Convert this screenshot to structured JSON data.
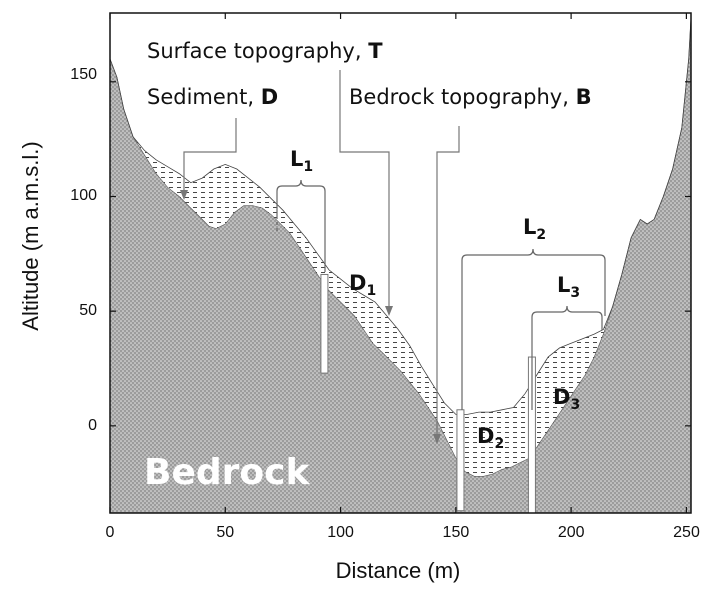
{
  "axes": {
    "xlabel": "Distance (m)",
    "ylabel": "Altitude (m a.m.s.l.)",
    "xticks": [
      "0",
      "50",
      "100",
      "150",
      "200",
      "250"
    ],
    "yticks": [
      "0",
      "50",
      "100",
      "150"
    ],
    "xlim": [
      0,
      252
    ],
    "ylim": [
      -38,
      180
    ]
  },
  "annotations": {
    "surface": {
      "text": "Surface topography, ",
      "symbol": "T"
    },
    "sediment": {
      "text": "Sediment, ",
      "symbol": "D"
    },
    "bedrock_topo": {
      "text": "Bedrock topography, ",
      "symbol": "B"
    }
  },
  "labels": {
    "L1": {
      "main": "L",
      "sub": "1"
    },
    "L2": {
      "main": "L",
      "sub": "2"
    },
    "L3": {
      "main": "L",
      "sub": "3"
    },
    "D1": {
      "main": "D",
      "sub": "1"
    },
    "D2": {
      "main": "D",
      "sub": "2"
    },
    "D3": {
      "main": "D",
      "sub": "3"
    }
  },
  "region_label": "Bedrock",
  "colors": {
    "bedrock_fill": "#a9a9a9",
    "sediment_fill": "#ffffff",
    "bar_fill": "#ffffff"
  },
  "profiles": {
    "bedrock": [
      [
        0,
        160
      ],
      [
        3,
        152
      ],
      [
        6,
        138
      ],
      [
        10,
        126
      ],
      [
        15,
        118
      ],
      [
        20,
        110
      ],
      [
        25,
        104
      ],
      [
        30,
        100
      ],
      [
        35,
        95
      ],
      [
        40,
        90
      ],
      [
        43,
        87
      ],
      [
        46,
        86
      ],
      [
        50,
        88
      ],
      [
        54,
        93
      ],
      [
        58,
        96
      ],
      [
        62,
        96
      ],
      [
        66,
        95
      ],
      [
        70,
        92
      ],
      [
        74,
        88
      ],
      [
        78,
        84
      ],
      [
        82,
        78
      ],
      [
        86,
        72
      ],
      [
        90,
        66
      ],
      [
        94,
        60
      ],
      [
        98,
        56
      ],
      [
        102,
        52
      ],
      [
        106,
        48
      ],
      [
        110,
        42
      ],
      [
        114,
        36
      ],
      [
        118,
        32
      ],
      [
        122,
        28
      ],
      [
        126,
        24
      ],
      [
        130,
        19
      ],
      [
        134,
        14
      ],
      [
        138,
        8
      ],
      [
        142,
        2
      ],
      [
        146,
        -6
      ],
      [
        150,
        -14
      ],
      [
        154,
        -20
      ],
      [
        158,
        -22
      ],
      [
        162,
        -22
      ],
      [
        166,
        -21
      ],
      [
        170,
        -19
      ],
      [
        174,
        -18
      ],
      [
        178,
        -16
      ],
      [
        182,
        -14
      ],
      [
        186,
        -8
      ],
      [
        190,
        -2
      ],
      [
        194,
        4
      ],
      [
        198,
        10
      ],
      [
        202,
        16
      ],
      [
        206,
        22
      ],
      [
        210,
        30
      ],
      [
        214,
        40
      ],
      [
        218,
        52
      ],
      [
        222,
        66
      ],
      [
        226,
        82
      ],
      [
        230,
        90
      ],
      [
        233,
        88
      ],
      [
        236,
        90
      ],
      [
        240,
        100
      ],
      [
        244,
        112
      ],
      [
        248,
        130
      ],
      [
        251,
        160
      ],
      [
        252,
        178
      ]
    ],
    "surface": [
      [
        0,
        160
      ],
      [
        3,
        152
      ],
      [
        6,
        138
      ],
      [
        10,
        126
      ],
      [
        15,
        120
      ],
      [
        20,
        116
      ],
      [
        25,
        113
      ],
      [
        30,
        110
      ],
      [
        35,
        106
      ],
      [
        40,
        108
      ],
      [
        45,
        112
      ],
      [
        50,
        114
      ],
      [
        55,
        112
      ],
      [
        60,
        108
      ],
      [
        65,
        104
      ],
      [
        70,
        99
      ],
      [
        75,
        94
      ],
      [
        80,
        88
      ],
      [
        85,
        82
      ],
      [
        90,
        75
      ],
      [
        95,
        68
      ],
      [
        100,
        64
      ],
      [
        105,
        60
      ],
      [
        110,
        57
      ],
      [
        115,
        54
      ],
      [
        120,
        48
      ],
      [
        125,
        42
      ],
      [
        130,
        35
      ],
      [
        135,
        26
      ],
      [
        140,
        18
      ],
      [
        145,
        10
      ],
      [
        150,
        5
      ],
      [
        155,
        5
      ],
      [
        160,
        6
      ],
      [
        165,
        6
      ],
      [
        170,
        7
      ],
      [
        175,
        8
      ],
      [
        180,
        14
      ],
      [
        185,
        22
      ],
      [
        190,
        30
      ],
      [
        195,
        34
      ],
      [
        200,
        36
      ],
      [
        205,
        38
      ],
      [
        210,
        40
      ],
      [
        214,
        42
      ],
      [
        218,
        52
      ],
      [
        222,
        66
      ],
      [
        226,
        82
      ],
      [
        230,
        90
      ],
      [
        233,
        88
      ],
      [
        236,
        90
      ],
      [
        240,
        100
      ],
      [
        244,
        112
      ],
      [
        248,
        130
      ],
      [
        251,
        160
      ],
      [
        252,
        178
      ]
    ]
  },
  "bars": [
    {
      "x": 93,
      "top": 66,
      "bottom": 23
    },
    {
      "x": 152,
      "top": 7,
      "bottom": -37
    },
    {
      "x": 183,
      "top": 30,
      "bottom": -38
    }
  ]
}
